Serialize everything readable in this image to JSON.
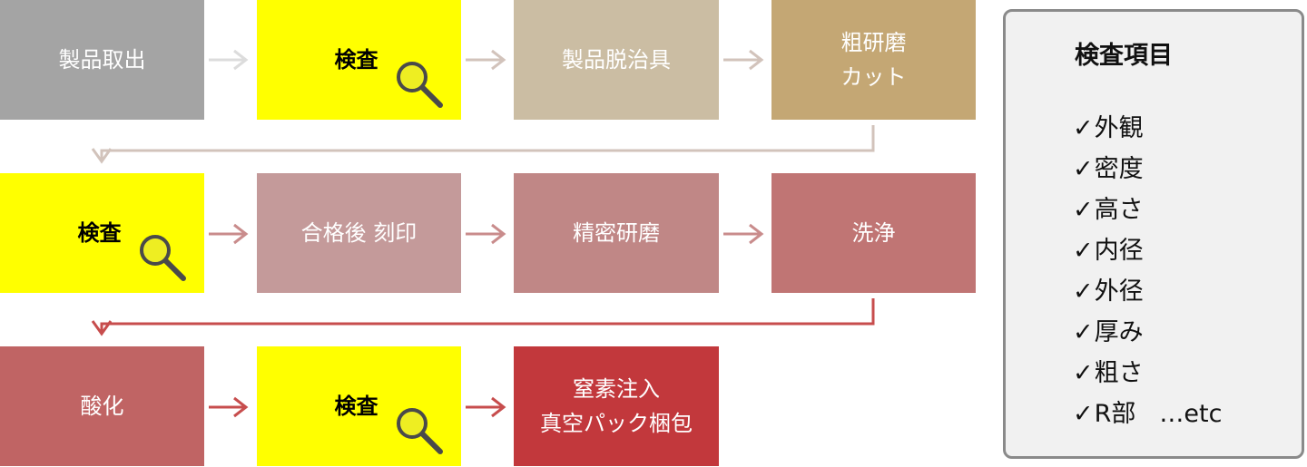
{
  "colors": {
    "gray": "#a4a4a4",
    "yellow": "#ffff00",
    "beige": "#cbbda3",
    "tan": "#c4a774",
    "mauve": "#c49a9a",
    "dusty_rose": "#c08786",
    "rose": "#c07574",
    "red_rose": "#c06464",
    "red": "#c2383c",
    "arrow_light": "#dcdcdc",
    "arrow_beige": "#d2c3bb",
    "arrow_rose": "#c98c8c",
    "arrow_red": "#c74d4d"
  },
  "steps": [
    {
      "id": "product_removal",
      "lines": [
        "製品取出"
      ],
      "inspection": false
    },
    {
      "id": "inspection_1",
      "lines": [
        "検査"
      ],
      "inspection": true
    },
    {
      "id": "jig_removal",
      "lines": [
        "製品脱治具"
      ],
      "inspection": false
    },
    {
      "id": "rough_grind_cut",
      "lines": [
        "粗研磨",
        "カット"
      ],
      "inspection": false
    },
    {
      "id": "inspection_2",
      "lines": [
        "検査"
      ],
      "inspection": true
    },
    {
      "id": "pass_marking",
      "lines": [
        "合格後 刻印"
      ],
      "inspection": false
    },
    {
      "id": "precision_grinding",
      "lines": [
        "精密研磨"
      ],
      "inspection": false
    },
    {
      "id": "cleaning",
      "lines": [
        "洗浄"
      ],
      "inspection": false
    },
    {
      "id": "oxidation",
      "lines": [
        "酸化"
      ],
      "inspection": false
    },
    {
      "id": "inspection_3",
      "lines": [
        "検査"
      ],
      "inspection": true
    },
    {
      "id": "nitrogen_vacuum_pack",
      "lines": [
        "窒素注入",
        "真空パック梱包"
      ],
      "inspection": false
    }
  ],
  "inspection_panel": {
    "title": "検査項目",
    "check_mark": "✓",
    "items": [
      "外観",
      "密度",
      "高さ",
      "内径",
      "外径",
      "厚み",
      "粗さ",
      "R部"
    ],
    "etc": "…etc"
  },
  "icons": {
    "inspection": "magnifier-icon"
  }
}
